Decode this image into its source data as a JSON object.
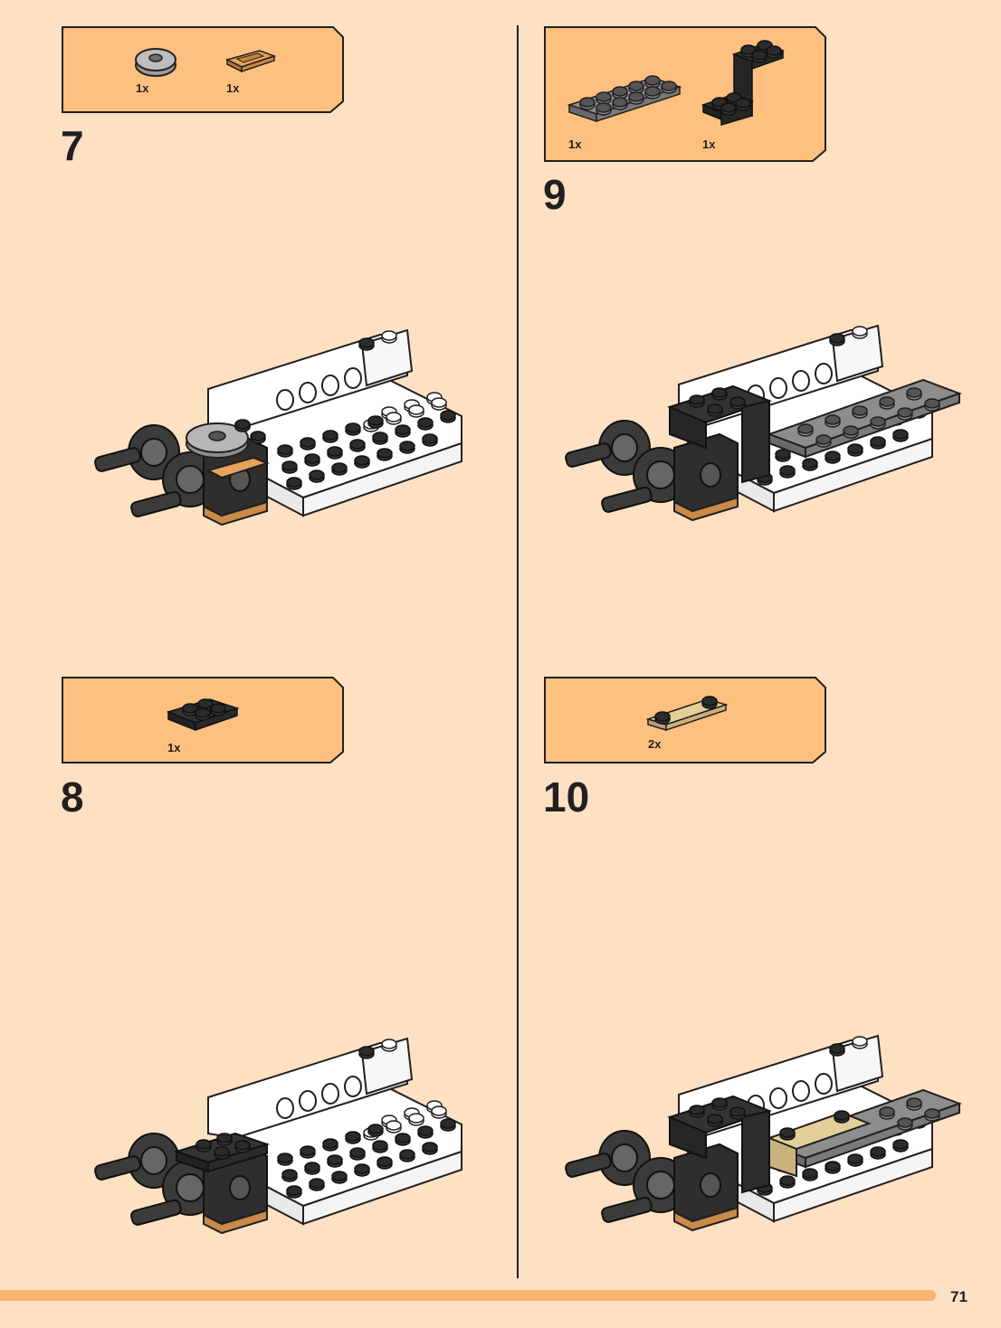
{
  "page": {
    "number": "71",
    "accent_color": "#F6B36F",
    "background_color": "#FDE1C2",
    "callout_color": "#FDC07E"
  },
  "steps": [
    {
      "number": "7",
      "parts": [
        {
          "icon": "round-gray-plate-icon",
          "qty": "1x"
        },
        {
          "icon": "orange-tile-icon",
          "qty": "1x"
        }
      ]
    },
    {
      "number": "8",
      "parts": [
        {
          "icon": "black-2x2-plate-icon",
          "qty": "1x"
        }
      ]
    },
    {
      "number": "9",
      "parts": [
        {
          "icon": "gray-2x6-plate-icon",
          "qty": "1x"
        },
        {
          "icon": "black-bracket-icon",
          "qty": "1x"
        }
      ]
    },
    {
      "number": "10",
      "parts": [
        {
          "icon": "tan-tile-with-studs-icon",
          "qty": "2x"
        }
      ]
    }
  ]
}
